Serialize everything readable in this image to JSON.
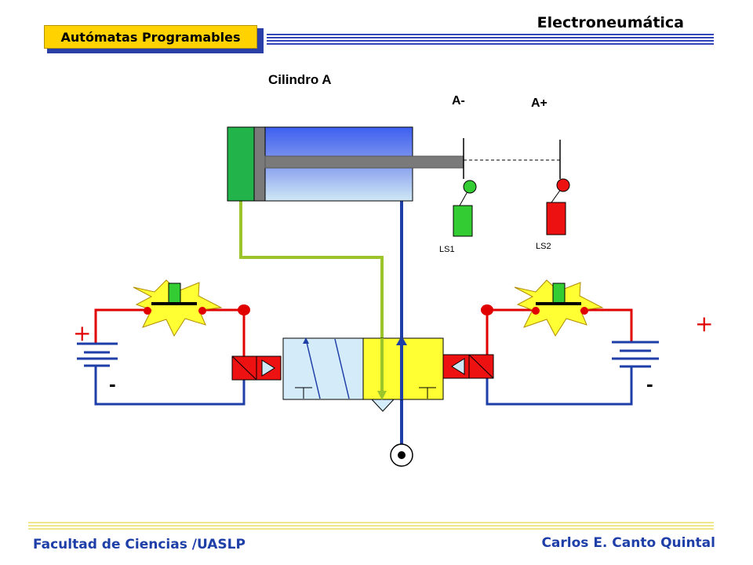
{
  "header": {
    "title": "Electroneumática",
    "tag": "Autómatas Programables"
  },
  "footer": {
    "left": "Facultad de Ciencias /UASLP",
    "right": "Carlos E. Canto Quintal"
  },
  "diagram": {
    "cylinder_label": "Cilindro A",
    "position_minus": "A-",
    "position_plus": "A+",
    "limit_switch_1": "LS1",
    "limit_switch_2": "LS2",
    "left_battery_plus": "+",
    "left_battery_minus": "-",
    "right_battery_plus": "+",
    "right_battery_minus": "-"
  },
  "colors": {
    "header_stripes": "#3346b8",
    "footer_stripes": "#f0e68c",
    "tag_background": "#ffd200",
    "tag_shadow": "#2b3fa8",
    "footer_text": "#1f3fa8",
    "circuit_red": "#e00000",
    "circuit_blue": "#1f3fa8",
    "air_line": "#9bc52a",
    "cylinder_blue": "#4a6ff0",
    "valve_left": "#d4ecfa",
    "valve_right": "#ffff33",
    "switch_green": "#33cc33",
    "switch_red": "#ee1111",
    "starburst": "#ffff33"
  }
}
